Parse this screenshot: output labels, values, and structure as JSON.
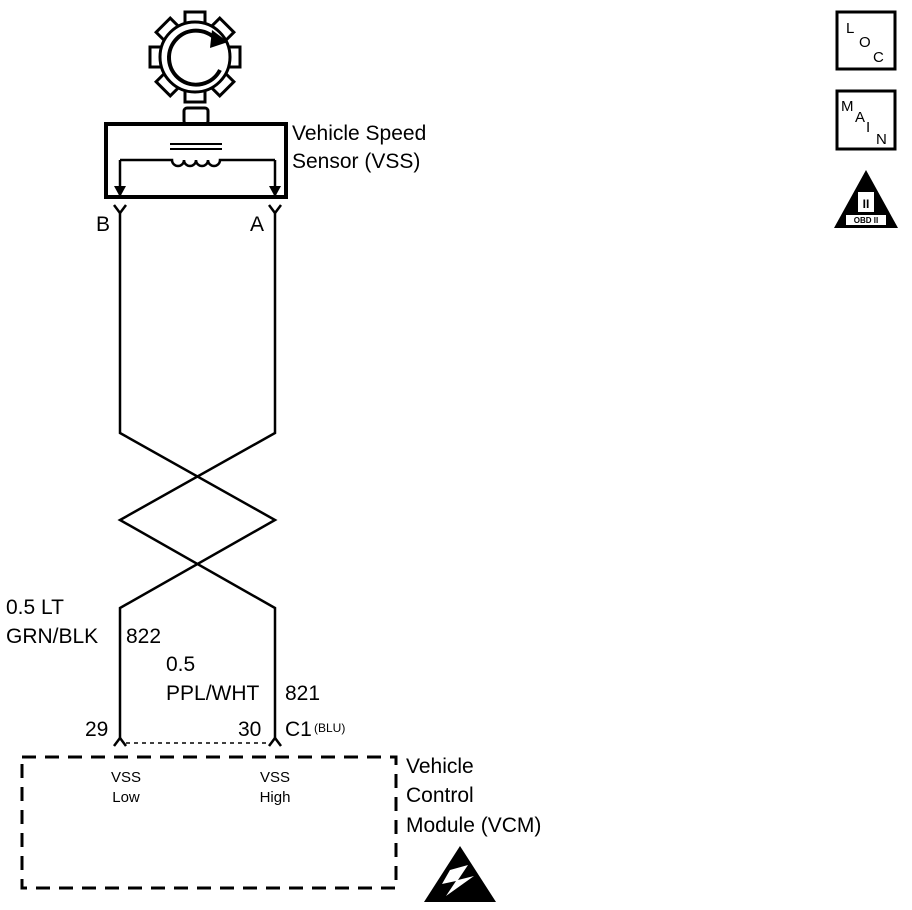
{
  "sensor": {
    "label_line1": "Vehicle Speed",
    "label_line2": "Sensor (VSS)",
    "terminal_b": "B",
    "terminal_a": "A"
  },
  "wires": {
    "low": {
      "gauge": "0.5 LT",
      "color": "GRN/BLK",
      "circuit": "822",
      "pin": "29"
    },
    "high": {
      "gauge": "0.5",
      "color": "PPL/WHT",
      "circuit": "821",
      "pin": "30"
    },
    "connector": "C1",
    "connector_color": "(BLU)"
  },
  "module": {
    "label_line1": "Vehicle",
    "label_line2": "Control",
    "label_line3": "Module (VCM)",
    "pin_low_line1": "VSS",
    "pin_low_line2": "Low",
    "pin_high_line1": "VSS",
    "pin_high_line2": "High"
  },
  "icons": {
    "loc": {
      "l": "L",
      "o": "O",
      "c": "C"
    },
    "main": {
      "m": "M",
      "a": "A",
      "i": "I",
      "n": "N"
    },
    "obd": {
      "numeral": "II",
      "text": "OBD II"
    }
  }
}
